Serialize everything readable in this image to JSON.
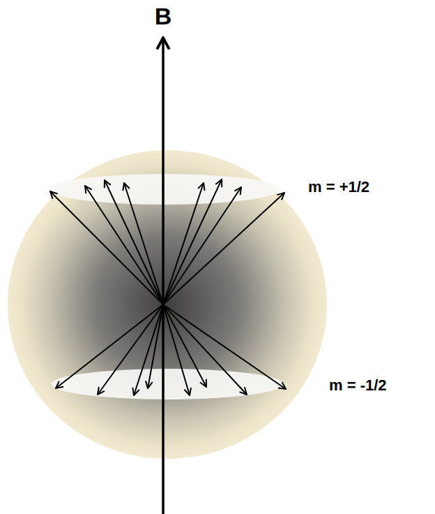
{
  "diagram": {
    "labels": [
      "B",
      "m = +1/2",
      "m = -1/2"
    ]
  }
}
